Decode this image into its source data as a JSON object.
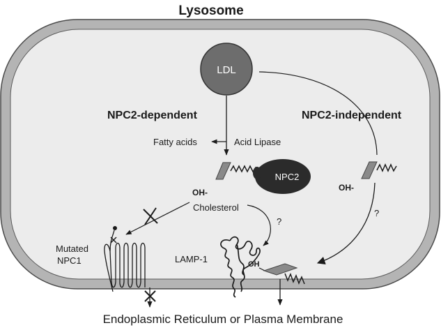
{
  "title": "Lysosome",
  "ldl_label": "LDL",
  "npc2_dependent_label": "NPC2-dependent",
  "npc2_independent_label": "NPC2-independent",
  "fatty_acids_label": "Fatty acids",
  "acid_lipase_label": "Acid Lipase",
  "npc2_label": "NPC2",
  "oh_label": "OH-",
  "cholesterol_label": "Cholesterol",
  "question_mark": "?",
  "mutated_npc1_line1": "Mutated",
  "mutated_npc1_line2": "NPC1",
  "lamp1_label": "LAMP-1",
  "lamp1_oh_label": "OH",
  "destination_label": "Endoplasmic Reticulum or Plasma Membrane",
  "colors": {
    "membrane_fill": "#b4b4b4",
    "lumen_fill": "#ececec",
    "ldl_fill": "#6d6d6d",
    "npc2_fill": "#2b2b2b",
    "sterol_fill": "#8a8a8a",
    "line": "#1a1a1a"
  }
}
